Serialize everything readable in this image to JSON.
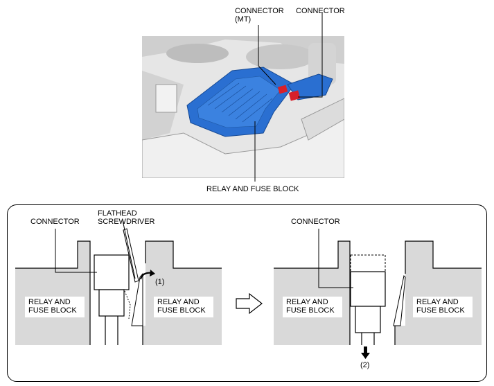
{
  "top": {
    "connector_mt_label": "CONNECTOR\n(MT)",
    "connector_label": "CONNECTOR",
    "relay_label": "RELAY AND FUSE BLOCK"
  },
  "left_step": {
    "connector_label": "CONNECTOR",
    "screwdriver_label": "FLATHEAD\nSCREWDRIVER",
    "step_label": "(1)",
    "block_left_label": "RELAY AND\nFUSE BLOCK",
    "block_right_label": "RELAY AND\nFUSE BLOCK"
  },
  "right_step": {
    "connector_label": "CONNECTOR",
    "step_label": "(2)",
    "block_left_label": "RELAY AND\nFUSE BLOCK",
    "block_right_label": "RELAY AND\nFUSE BLOCK"
  },
  "colors": {
    "block_blue": "#2a6fd1",
    "connector_red": "#d8202a",
    "gray_fill": "#d9d9d9"
  }
}
